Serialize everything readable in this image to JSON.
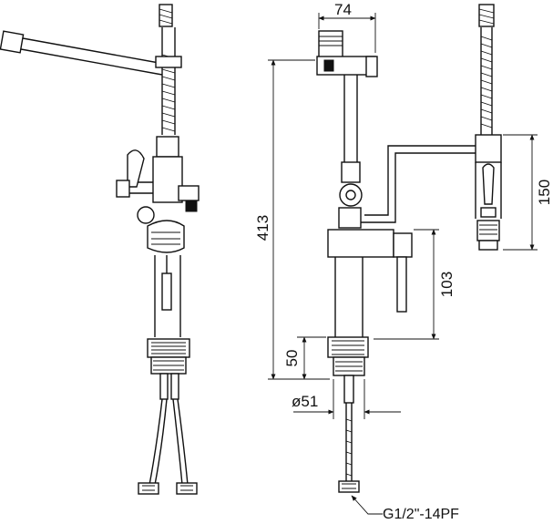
{
  "dimensions": {
    "head_width": "74",
    "total_height": "413",
    "spray_height": "150",
    "spout_height": "103",
    "base_height": "50",
    "base_diameter": "ø51"
  },
  "callouts": {
    "thread": "G1/2\"-14PF"
  }
}
